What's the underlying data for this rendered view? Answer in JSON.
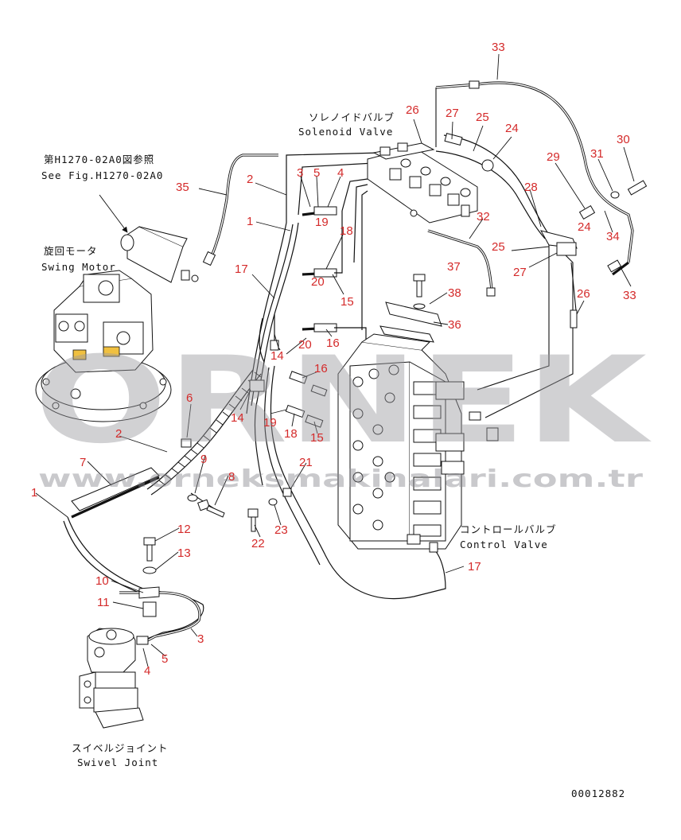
{
  "watermark": {
    "brand": "ORNEK",
    "url": "www.orneksmakinalari.com.tr",
    "color": "#b8b8bc"
  },
  "labels": {
    "see_fig_jp": "第H1270-02A0図参照",
    "see_fig_en": "See Fig.H1270-02A0",
    "swing_motor_jp": "旋回モータ",
    "swing_motor_en": "Swing Motor",
    "solenoid_valve_jp": "ソレノイドバルブ",
    "solenoid_valve_en": "Solenoid Valve",
    "control_valve_jp": "コントロールバルブ",
    "control_valve_en": "Control Valve",
    "swivel_joint_jp": "スイベルジョイント",
    "swivel_joint_en": "Swivel Joint",
    "drawing_number": "00012882"
  },
  "callouts": [
    {
      "id": "c33a",
      "text": "33"
    },
    {
      "id": "c26a",
      "text": "26"
    },
    {
      "id": "c27a",
      "text": "27"
    },
    {
      "id": "c25a",
      "text": "25"
    },
    {
      "id": "c24a",
      "text": "24"
    },
    {
      "id": "c30",
      "text": "30"
    },
    {
      "id": "c31",
      "text": "31"
    },
    {
      "id": "c29",
      "text": "29"
    },
    {
      "id": "c3a",
      "text": "3"
    },
    {
      "id": "c5a",
      "text": "5"
    },
    {
      "id": "c4a",
      "text": "4"
    },
    {
      "id": "c35",
      "text": "35"
    },
    {
      "id": "c2a",
      "text": "2"
    },
    {
      "id": "c19a",
      "text": "19"
    },
    {
      "id": "c28",
      "text": "28"
    },
    {
      "id": "c24b",
      "text": "24"
    },
    {
      "id": "c34",
      "text": "34"
    },
    {
      "id": "c1a",
      "text": "1"
    },
    {
      "id": "c18a",
      "text": "18"
    },
    {
      "id": "c32",
      "text": "32"
    },
    {
      "id": "c25b",
      "text": "25"
    },
    {
      "id": "c27b",
      "text": "27"
    },
    {
      "id": "c33b",
      "text": "33"
    },
    {
      "id": "c17a",
      "text": "17"
    },
    {
      "id": "c20a",
      "text": "20"
    },
    {
      "id": "c15a",
      "text": "15"
    },
    {
      "id": "c37",
      "text": "37"
    },
    {
      "id": "c38",
      "text": "38"
    },
    {
      "id": "c26b",
      "text": "26"
    },
    {
      "id": "c36",
      "text": "36"
    },
    {
      "id": "c16a",
      "text": "16"
    },
    {
      "id": "c14a",
      "text": "14"
    },
    {
      "id": "c20b",
      "text": "20"
    },
    {
      "id": "c16b",
      "text": "16"
    },
    {
      "id": "c6",
      "text": "6"
    },
    {
      "id": "c14b",
      "text": "14"
    },
    {
      "id": "c19b",
      "text": "19"
    },
    {
      "id": "c18b",
      "text": "18"
    },
    {
      "id": "c15b",
      "text": "15"
    },
    {
      "id": "c2b",
      "text": "2"
    },
    {
      "id": "c7",
      "text": "7"
    },
    {
      "id": "c9",
      "text": "9"
    },
    {
      "id": "c8",
      "text": "8"
    },
    {
      "id": "c21",
      "text": "21"
    },
    {
      "id": "c1b",
      "text": "1"
    },
    {
      "id": "c12",
      "text": "12"
    },
    {
      "id": "c13",
      "text": "13"
    },
    {
      "id": "c22",
      "text": "22"
    },
    {
      "id": "c23",
      "text": "23"
    },
    {
      "id": "c17b",
      "text": "17"
    },
    {
      "id": "c10",
      "text": "10"
    },
    {
      "id": "c11",
      "text": "11"
    },
    {
      "id": "c3b",
      "text": "3"
    },
    {
      "id": "c5b",
      "text": "5"
    },
    {
      "id": "c4b",
      "text": "4"
    }
  ]
}
